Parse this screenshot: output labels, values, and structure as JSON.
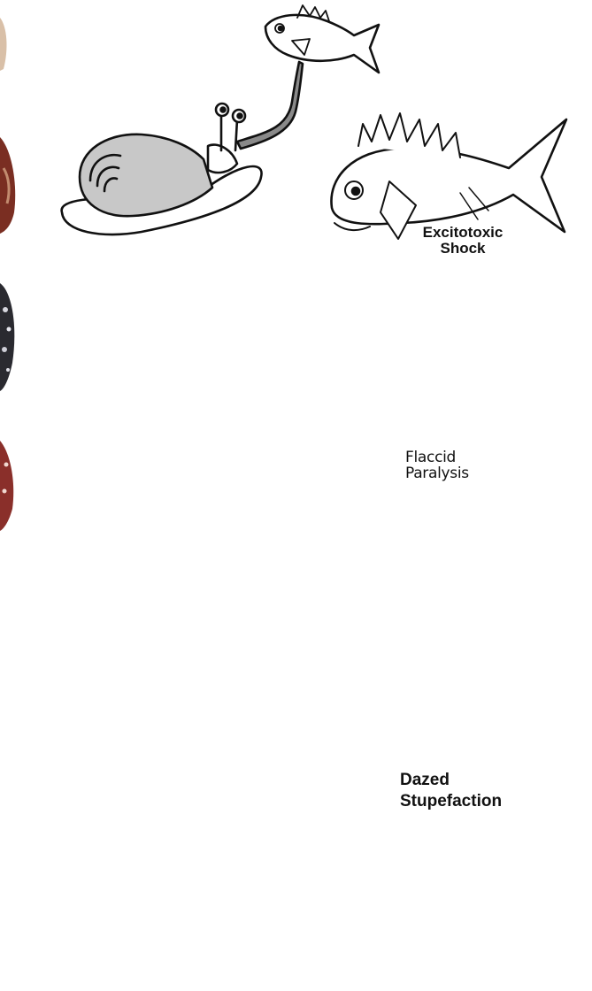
{
  "labels": {
    "excitotoxic": [
      "Excitotoxic",
      "Shock"
    ],
    "flaccid": [
      "Flaccid",
      "Paralysis"
    ],
    "dazed": [
      "Dazed",
      "Stupefaction"
    ]
  },
  "colors": {
    "ink": "#111111",
    "shell_fill": "#c8c8c8",
    "shell_stripe": "#a9a9a9",
    "paper": "#ffffff",
    "left_shell_brown": "#7a2e22",
    "left_shell_dark": "#2a2a30"
  }
}
